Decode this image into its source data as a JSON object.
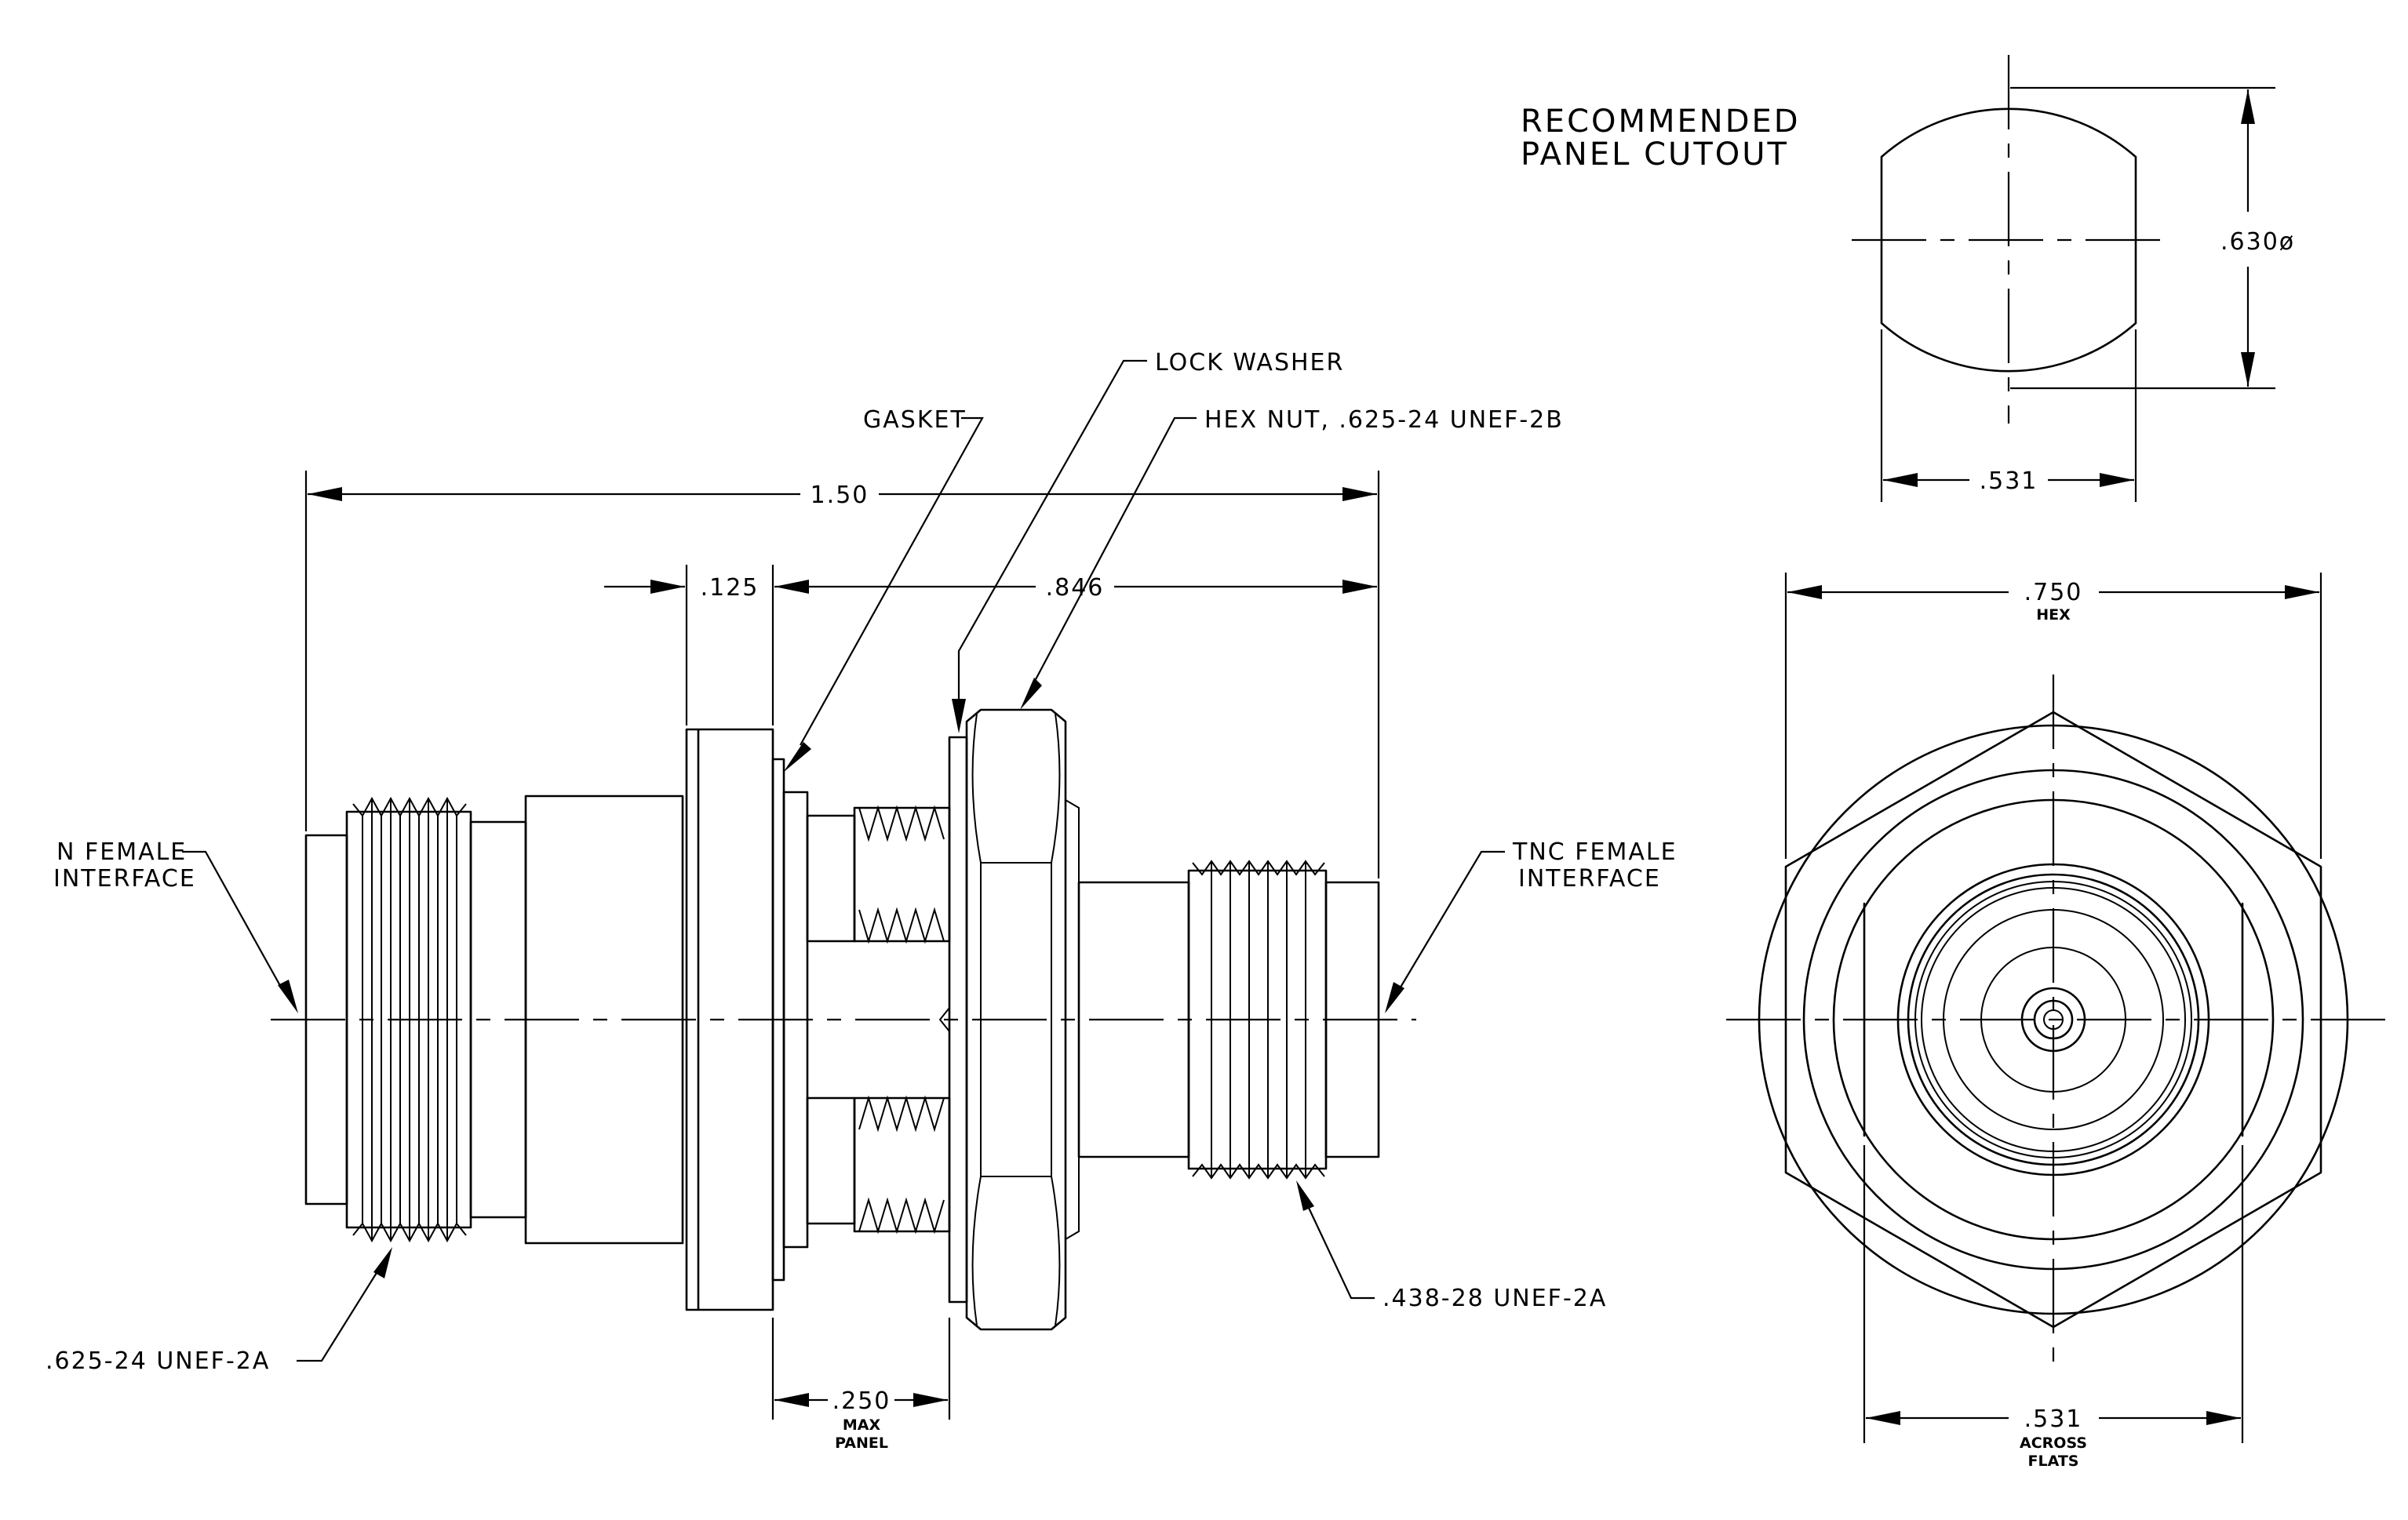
{
  "cutout_title": [
    "RECOMMENDED",
    "PANEL CUTOUT"
  ],
  "labels": {
    "gasket": "GASKET",
    "lock_washer": "LOCK WASHER",
    "hex_nut": "HEX NUT, .625-24 UNEF-2B",
    "n_female": [
      "N FEMALE",
      "INTERFACE"
    ],
    "tnc_female": [
      "TNC FEMALE",
      "INTERFACE"
    ],
    "thread_n": ".625-24 UNEF-2A",
    "thread_tnc": ".438-28 UNEF-2A"
  },
  "dimensions": {
    "overall_length": "1.50",
    "flange": ".125",
    "body_length": ".846",
    "max_panel": ".250",
    "max_panel_note": [
      "MAX",
      "PANEL"
    ],
    "cutout_diameter": ".630ø",
    "cutout_flat": ".531",
    "hex": ".750",
    "hex_note": "HEX",
    "across_flats": ".531",
    "across_flats_note": [
      "ACROSS",
      "FLATS"
    ]
  }
}
